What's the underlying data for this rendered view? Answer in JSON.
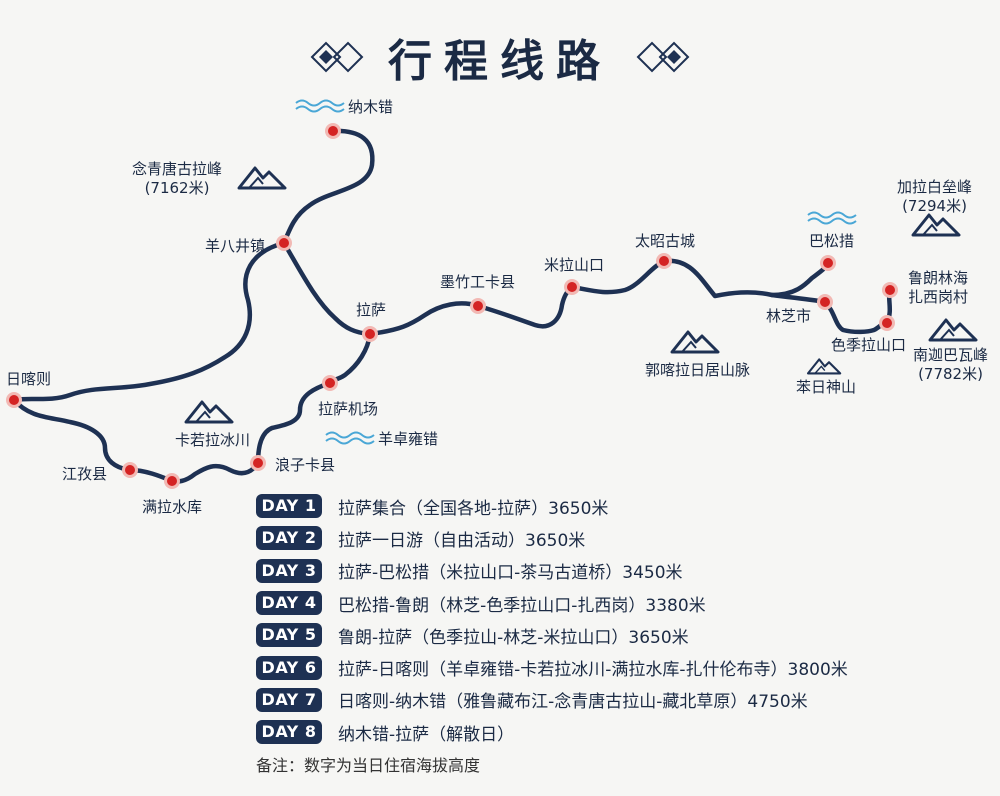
{
  "title": "行程线路",
  "places": {
    "namucuo": "纳木错",
    "nianqing": "念青唐古拉峰",
    "nianqing_alt": "(7162米)",
    "yangbajing": "羊八井镇",
    "lhasa": "拉萨",
    "mozhugongka": "墨竹工卡县",
    "milashankou": "米拉山口",
    "taizhao": "太昭古城",
    "basongcuo": "巴松措",
    "jialabaiyi": "加拉白垒峰",
    "jialabaiyi_alt": "(7294米)",
    "lulang": "鲁朗林海",
    "zhaxigang": "扎西岗村",
    "linzhi": "林芝市",
    "sejila": "色季拉山口",
    "namjagbarwa": "南迦巴瓦峰",
    "namjagbarwa_alt": "(7782米)",
    "benri": "苯日神山",
    "guokala": "郭喀拉日居山脉",
    "shigatse": "日喀则",
    "lhasa_airport": "拉萨机场",
    "yamdrok": "羊卓雍错",
    "karola": "卡若拉冰川",
    "langkazi": "浪子卡县",
    "jiangzi": "江孜县",
    "manla": "满拉水库"
  },
  "itinerary": [
    {
      "day": "DAY 1",
      "text": "拉萨集合（全国各地-拉萨）3650米"
    },
    {
      "day": "DAY 2",
      "text": "拉萨一日游（自由活动）3650米"
    },
    {
      "day": "DAY 3",
      "text": "拉萨-巴松措（米拉山口-茶马古道桥）3450米"
    },
    {
      "day": "DAY 4",
      "text": "巴松措-鲁朗（林芝-色季拉山口-扎西岗）3380米"
    },
    {
      "day": "DAY 5",
      "text": "鲁朗-拉萨（色季拉山-林芝-米拉山口）3650米"
    },
    {
      "day": "DAY 6",
      "text": "拉萨-日喀则（羊卓雍错-卡若拉冰川-满拉水库-扎什伦布寺）3800米"
    },
    {
      "day": "DAY 7",
      "text": "日喀则-纳木错（雅鲁藏布江-念青唐古拉山-藏北草原）4750米"
    },
    {
      "day": "DAY 8",
      "text": "纳木错-拉萨（解散日）"
    }
  ],
  "note": "备注：数字为当日住宿海拔高度",
  "colors": {
    "route": "#1e3153",
    "marker": "#d42323",
    "marker_halo": "#f2b9b4",
    "water": "#4aa7d6",
    "badge": "#1e3153"
  },
  "icons": {
    "mountain": "mountain-icon",
    "lake": "lake-wave-icon",
    "ornament": "diamond-ornament-icon"
  }
}
